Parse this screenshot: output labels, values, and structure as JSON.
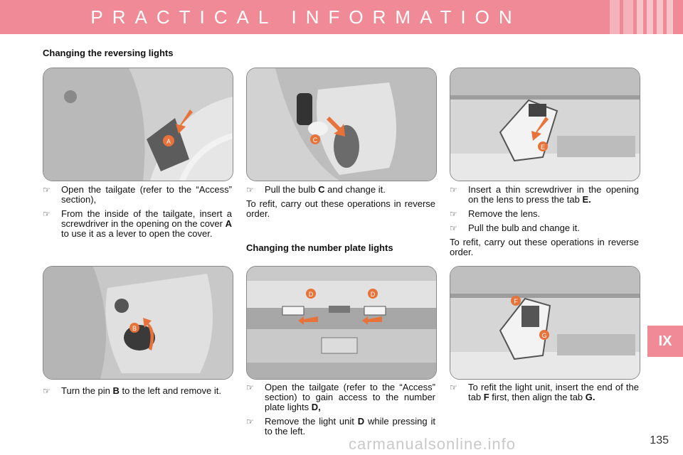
{
  "header": {
    "title": "PRACTICAL INFORMATION"
  },
  "section_tab": "IX",
  "headings": {
    "reversing": "Changing the reversing lights",
    "number_plate": "Changing the number plate lights"
  },
  "photos": {
    "p1_label": "A",
    "p2_label": "C",
    "p3_label": "E",
    "p4_label": "B",
    "p5_label_left": "D",
    "p5_label_right": "D",
    "p6_label_top": "F",
    "p6_label_bottom": "G"
  },
  "col1_top": {
    "b1": "Open the tailgate (refer to the “Access” section),",
    "b2_pre": "From the inside of the tailgate, insert a screwdriver in the opening on the cover ",
    "b2_bold": "A",
    "b2_post": " to use it as a lever to open the cover."
  },
  "col2_top": {
    "b1_pre": "Pull the bulb ",
    "b1_bold": "C",
    "b1_post": " and change it.",
    "para": "To refit, carry out these operations in reverse order."
  },
  "col3_top": {
    "b1_pre": "Insert a thin screwdriver in the opening on the lens to press the tab ",
    "b1_bold": "E.",
    "b2": "Remove the lens.",
    "b3": "Pull the bulb and change it.",
    "para": "To refit, carry out these operations in reverse order."
  },
  "col1_bottom": {
    "b1_pre": "Turn the pin ",
    "b1_bold": "B",
    "b1_post": " to the left and remove it."
  },
  "col2_bottom": {
    "b1_pre": "Open the tailgate (refer to the “Access” section) to gain access to the number plate lights ",
    "b1_bold": "D,",
    "b2_pre": "Remove the light unit ",
    "b2_bold": "D",
    "b2_post": " while pressing it to the left."
  },
  "col3_bottom": {
    "b1_pre": "To refit the light unit, insert the end of the tab ",
    "b1_bold": "F",
    "b1_mid": " first, then align the tab ",
    "b1_bold2": "G."
  },
  "bullet_symbol": "☞",
  "page_number": "135",
  "watermark": "carmanualsonline.info",
  "colors": {
    "accent": "#ef8a96",
    "arrow": "#e8733a"
  }
}
